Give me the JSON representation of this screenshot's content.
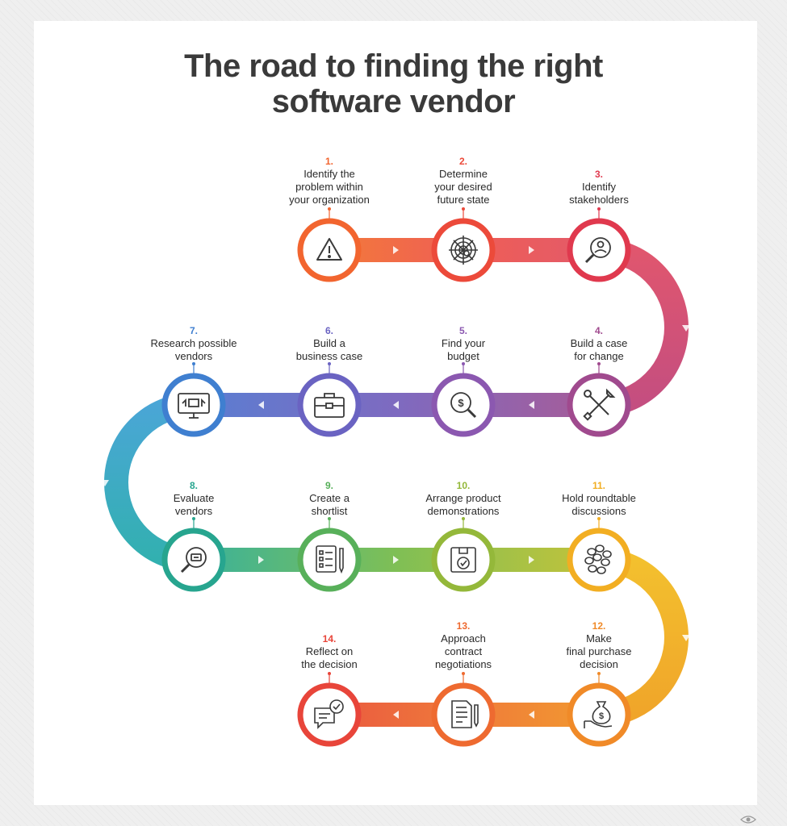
{
  "title": {
    "line1": "The road to finding the right",
    "line2": "software vendor"
  },
  "steps": [
    {
      "number": "1.",
      "label": "Identify the\nproblem within\nyour organization",
      "color": "#f2652f",
      "icon": "warning-icon"
    },
    {
      "number": "2.",
      "label": "Determine\nyour desired\nfuture state",
      "color": "#ec4a3a",
      "icon": "target-icon"
    },
    {
      "number": "3.",
      "label": "Identify\nstakeholders",
      "color": "#e0394e",
      "icon": "person-search-icon"
    },
    {
      "number": "4.",
      "label": "Build a case\nfor change",
      "color": "#a04a8e",
      "icon": "tools-icon"
    },
    {
      "number": "5.",
      "label": "Find your\nbudget",
      "color": "#8b58b0",
      "icon": "money-search-icon"
    },
    {
      "number": "6.",
      "label": "Build a\nbusiness case",
      "color": "#6a63c2",
      "icon": "briefcase-icon"
    },
    {
      "number": "7.",
      "label": "Research possible\nvendors",
      "color": "#3f7fd0",
      "icon": "monitor-icon"
    },
    {
      "number": "8.",
      "label": "Evaluate\nvendors",
      "color": "#27a58f",
      "icon": "evaluate-icon"
    },
    {
      "number": "9.",
      "label": "Create a\nshortlist",
      "color": "#58b05a",
      "icon": "checklist-icon"
    },
    {
      "number": "10.",
      "label": "Arrange product\ndemonstrations",
      "color": "#94b83a",
      "icon": "product-box-icon"
    },
    {
      "number": "11.",
      "label": "Hold roundtable\ndiscussions",
      "color": "#f2ae22",
      "icon": "group-icon"
    },
    {
      "number": "12.",
      "label": "Make\nfinal purchase\ndecision",
      "color": "#f08a28",
      "icon": "money-bag-icon"
    },
    {
      "number": "13.",
      "label": "Approach\ncontract\nnegotiations",
      "color": "#ee6a30",
      "icon": "contract-icon"
    },
    {
      "number": "14.",
      "label": "Reflect on\nthe decision",
      "color": "#e8453a",
      "icon": "chat-check-icon"
    }
  ]
}
